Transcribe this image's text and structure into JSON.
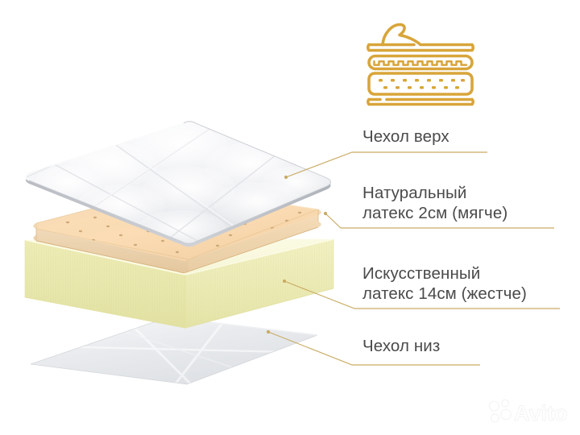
{
  "product": {
    "type": "mattress-layer-diagram",
    "background_color": "#ffffff",
    "accent_color": "#d8a53a",
    "text_color": "#4a4a4a",
    "leader_line_color": "#c9ab63"
  },
  "icon": {
    "name": "mattress-layers-icon",
    "color": "#d8a53a",
    "bands": [
      {
        "name": "cover-peel-band",
        "pattern": "peeled-corner"
      },
      {
        "name": "quilt-band",
        "pattern": "scalloped"
      },
      {
        "name": "perforated-band",
        "pattern": "dots-two-rows"
      },
      {
        "name": "base-band",
        "pattern": "flat"
      }
    ]
  },
  "layers": [
    {
      "id": "cover-top",
      "label": "Чехол верх",
      "color": "#f2f3f5",
      "kind": "quilted-cover"
    },
    {
      "id": "natural-latex",
      "label": "Натуральный\nлатекс 2см (мягче)",
      "color": "#f6d7ad",
      "kind": "perforated-slab",
      "thickness_cm": 2,
      "firmness": "мягче"
    },
    {
      "id": "artificial-latex",
      "label": "Искусственный\nлатекс 14см (жестче)",
      "color": "#eeeeb4",
      "kind": "foam-block",
      "thickness_cm": 14,
      "firmness": "жестче"
    },
    {
      "id": "cover-bottom",
      "label": "Чехол низ",
      "color": "#e8eaec",
      "kind": "flat-sheet"
    }
  ],
  "watermark": {
    "name": "avito-watermark",
    "text": "Avito"
  }
}
